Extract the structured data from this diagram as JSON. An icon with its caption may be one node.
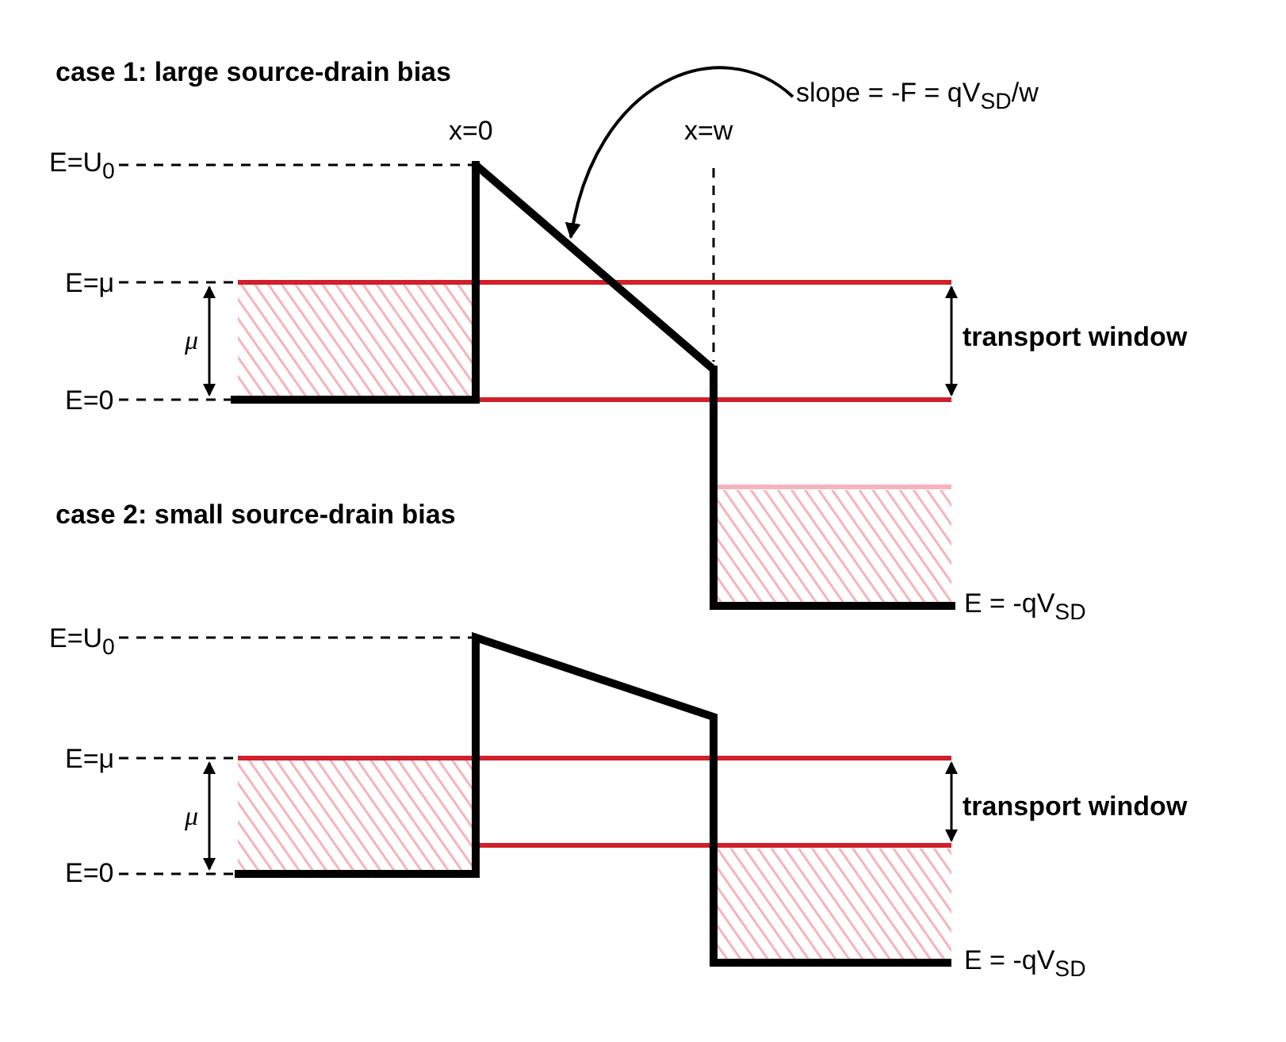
{
  "diagram": {
    "nodes": [
      {
        "text": [
          "slope = -F = qV$_{SD}$/w"
        ]
      },
      {
        "text": [],
        "shape": "line"
      }
    ],
    "edges": [
      {
        "from": 0,
        "to": 1,
        "arrow": "to"
      }
    ],
    "labels": [
      "case 1: large source-drain bias",
      "x=0",
      "x=w",
      "E=U$_{0}$",
      "E=μ",
      "μ",
      "transport window",
      "E=0",
      "case 2: small source-drain bias",
      "E = -qV$_{SD}$",
      "E=U$_{0}$",
      "E=μ",
      "μ",
      "transport window",
      "E=0",
      "E = -qV$_{SD}$"
    ]
  }
}
